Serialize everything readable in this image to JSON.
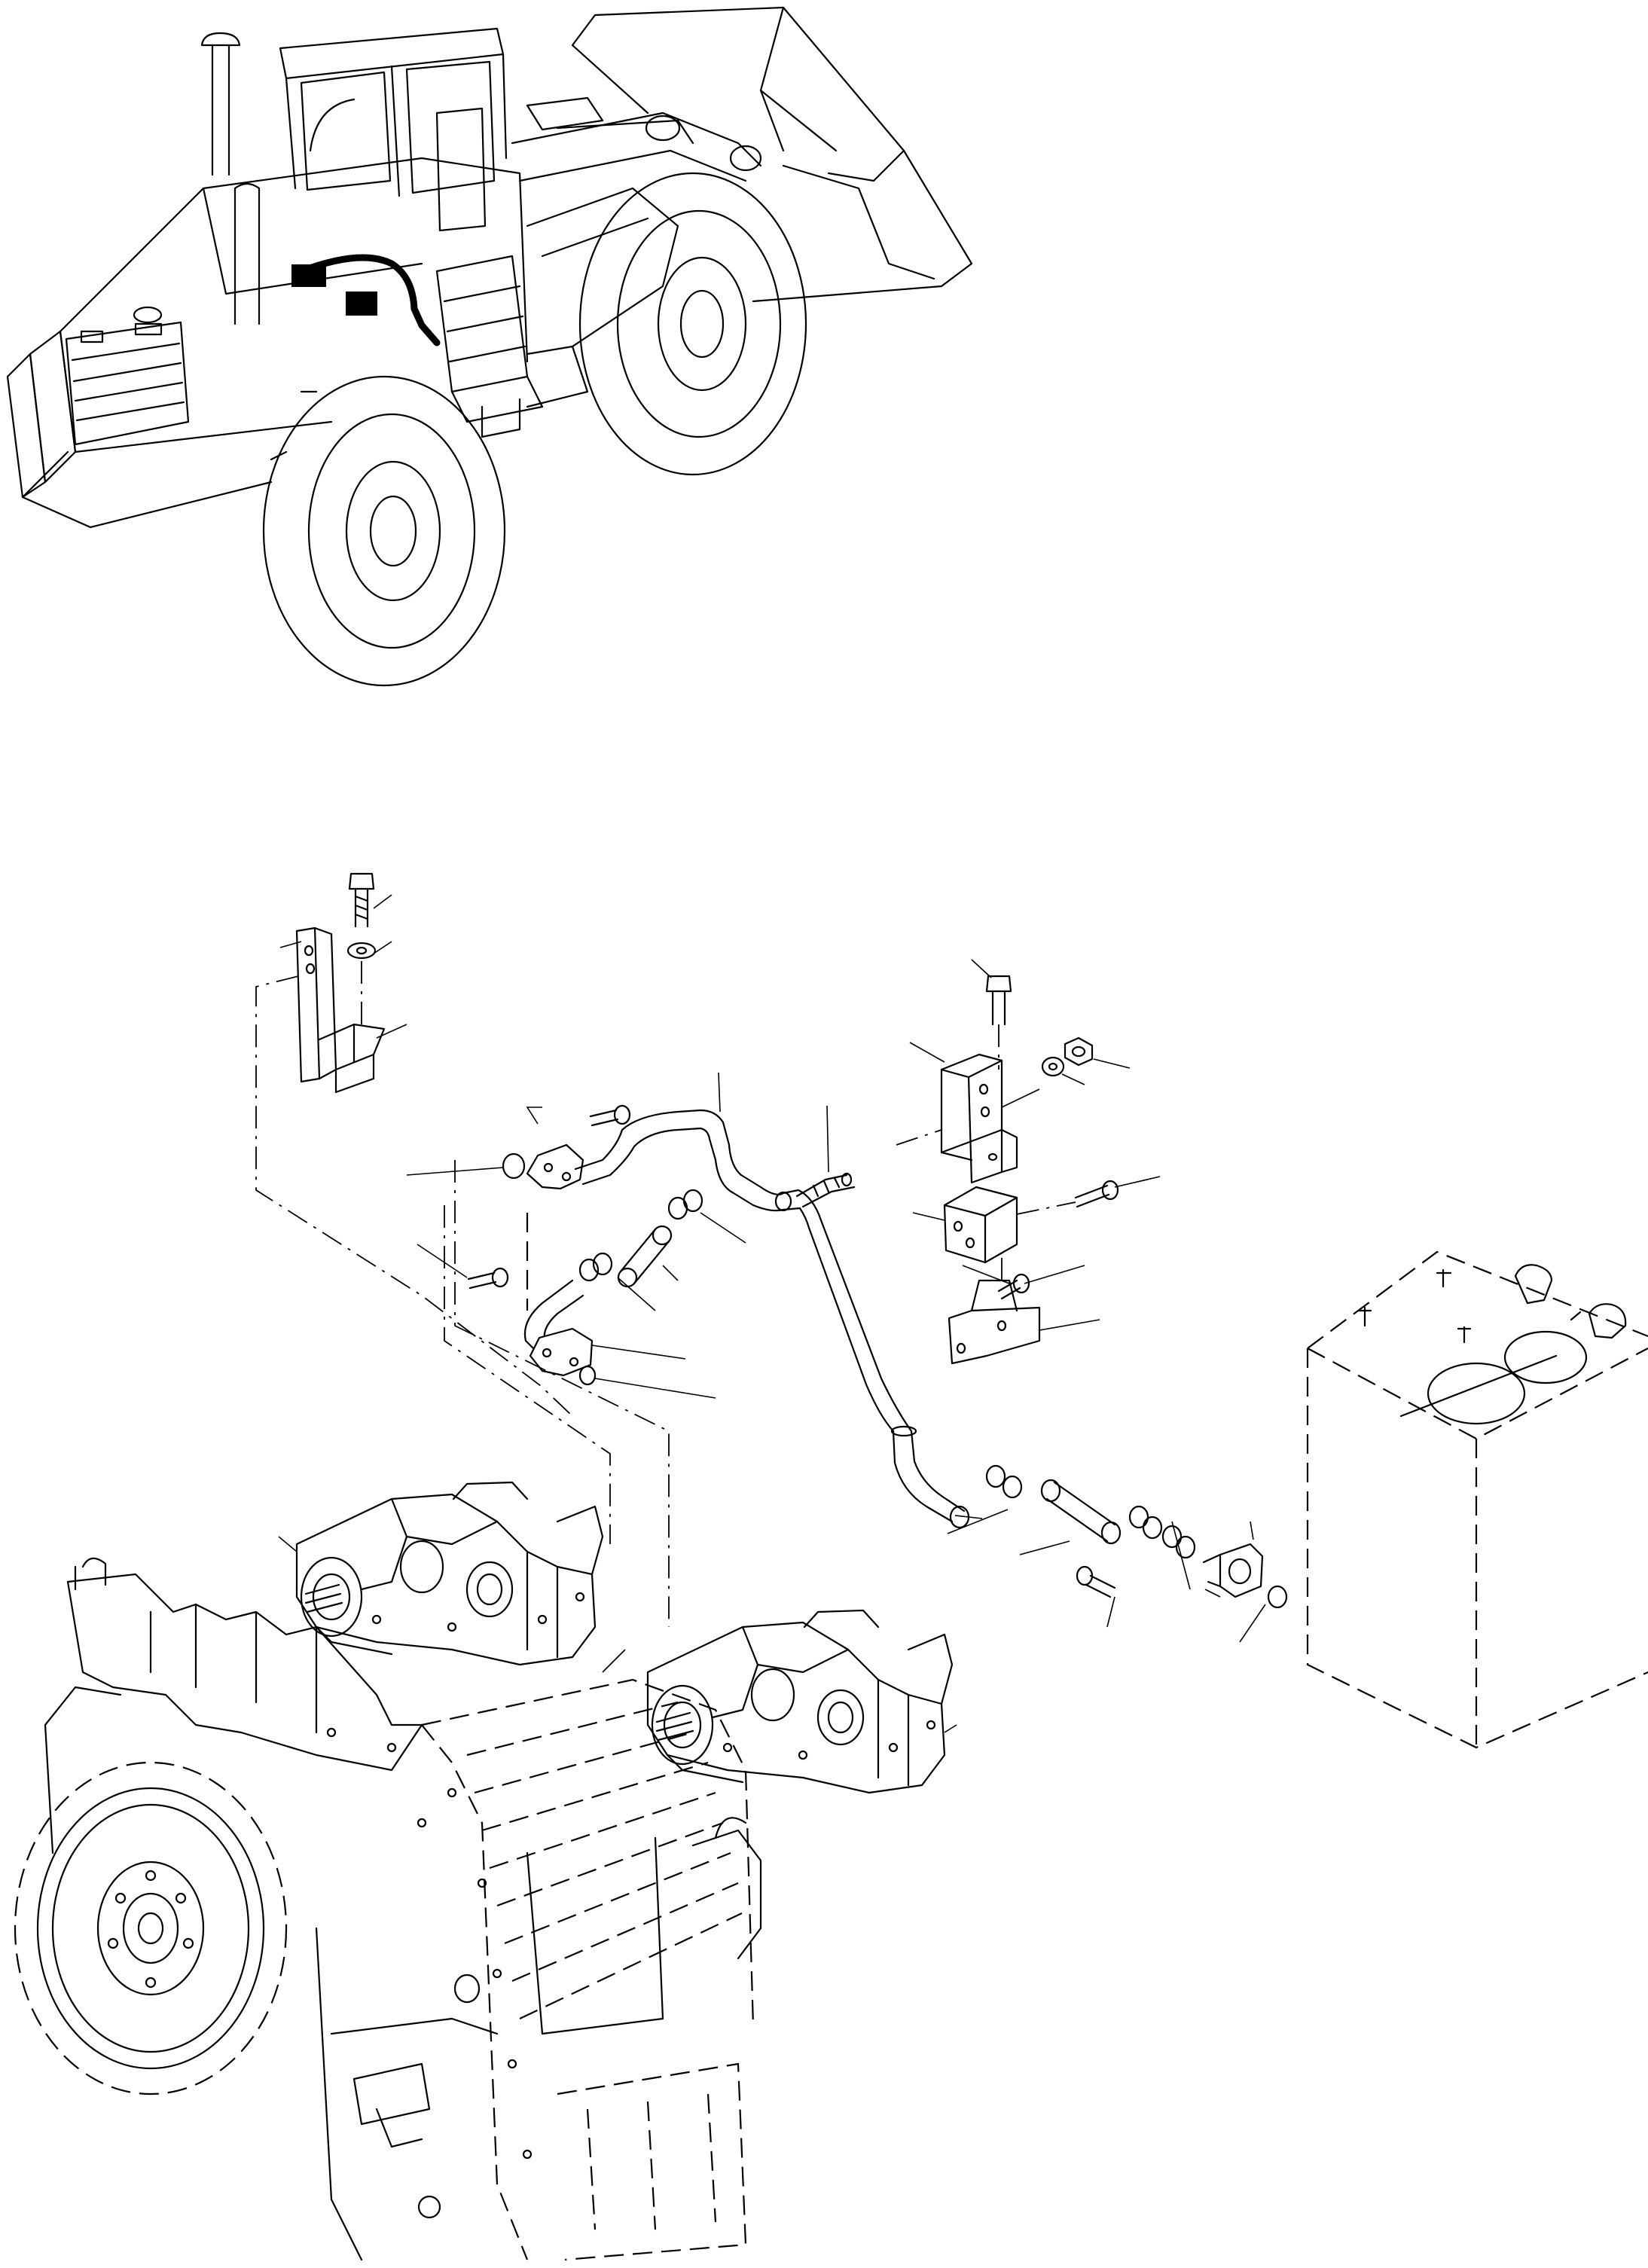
{
  "document": {
    "type": "exploded-parts-diagram",
    "text_labels": []
  },
  "colors": {
    "line": "#000000",
    "background": "#ffffff",
    "highlight": "#000000"
  },
  "views": [
    {
      "name": "wheel-loader-locator-view",
      "highlighted_part": "hydraulic-suction-piping"
    },
    {
      "name": "exploded-piping-view",
      "parts": [
        "bolt",
        "washer",
        "mounting-bracket",
        "o-ring",
        "split-flange",
        "elbow-pipe",
        "hose-clamp",
        "hose",
        "suction-pipe",
        "u-bolt",
        "clamp-bracket",
        "support-bracket",
        "hydraulic-pump-front",
        "hydraulic-pump-rear",
        "transmission",
        "hydraulic-tank"
      ]
    }
  ]
}
